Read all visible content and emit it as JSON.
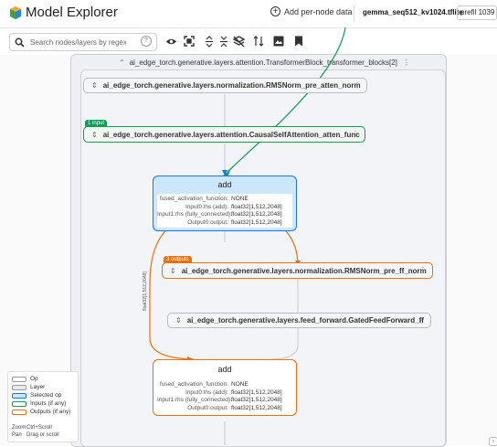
{
  "app": {
    "title": "Model Explorer",
    "logo_icon": "model-explorer-logo-icon"
  },
  "header": {
    "add_per_node_label": "Add per-node data",
    "model_file": "gemma_seq512_kv1024.tflite",
    "profile_value": "prefil 1039"
  },
  "toolbar": {
    "search_placeholder": "Search nodes/layers by regex",
    "icons": [
      "search-icon",
      "regex-help-icon",
      "eye-icon",
      "fit-screen-icon",
      "expand-all-icon",
      "collapse-all-icon",
      "layers-icon",
      "sort-icon",
      "download-image-icon",
      "bookmark-icon"
    ]
  },
  "graph": {
    "group_title": "ai_edge_torch.generative.layers.attention.TransformerBlock_transformer_blocks[2]",
    "rmsnorm_pre_atten": "ai_edge_torch.generative.layers.normalization.RMSNorm_pre_atten_norm",
    "attention_badge": "1 input",
    "causal_attention": "ai_edge_torch.generative.layers.attention.CausalSelfAttention_atten_func",
    "add1": {
      "title": "add",
      "attrs": [
        {
          "k": "fused_activation_function:",
          "v": "NONE"
        },
        {
          "k": "Input0:lhs (add):",
          "v": "float32[1,512,2048]"
        },
        {
          "k": "Input1:rhs (fully_connected):",
          "v": "float32[1,512,2048]"
        },
        {
          "k": "Output0:output:",
          "v": "float32[1,512,2048]"
        }
      ]
    },
    "ff_badge": "3 outputs",
    "rmsnorm_pre_ff": "ai_edge_torch.generative.layers.normalization.RMSNorm_pre_ff_norm",
    "feed_forward": "ai_edge_torch.generative.layers.feed_forward.GatedFeedForward_ff",
    "edge_label": "float32[1,512,2048]",
    "add2": {
      "title": "add",
      "attrs": [
        {
          "k": "fused_activation_function:",
          "v": "NONE"
        },
        {
          "k": "Input0:lhs (add):",
          "v": "float32[1,512,2048]"
        },
        {
          "k": "Input1:rhs (fully_connected):",
          "v": "float32[1,512,2048]"
        },
        {
          "k": "Output0:output:",
          "v": "float32[1,512,2048]"
        }
      ]
    }
  },
  "legend": {
    "items": [
      {
        "label": "Op",
        "fill": "#ffffff",
        "border": "#999999"
      },
      {
        "label": "Layer",
        "fill": "#e8eaee",
        "border": "#999999"
      },
      {
        "label": "Selected op",
        "fill": "#c9e6fb",
        "border": "#1a73e8"
      },
      {
        "label": "Inputs (if any)",
        "fill": "#ffffff",
        "border": "#0f9d58"
      },
      {
        "label": "Outputs (if any)",
        "fill": "#ffffff",
        "border": "#e8710a"
      }
    ],
    "zoom_label": "Zoom",
    "zoom_value": "Ctrl+Scroll",
    "pan_label": "Pan",
    "pan_value": "Drag or scroll"
  },
  "colors": {
    "selected_border": "#1a73e8",
    "selected_fill": "#cce7fb",
    "inputs": "#0f9d58",
    "outputs": "#e8710a",
    "edge": "#9aa0a6"
  }
}
